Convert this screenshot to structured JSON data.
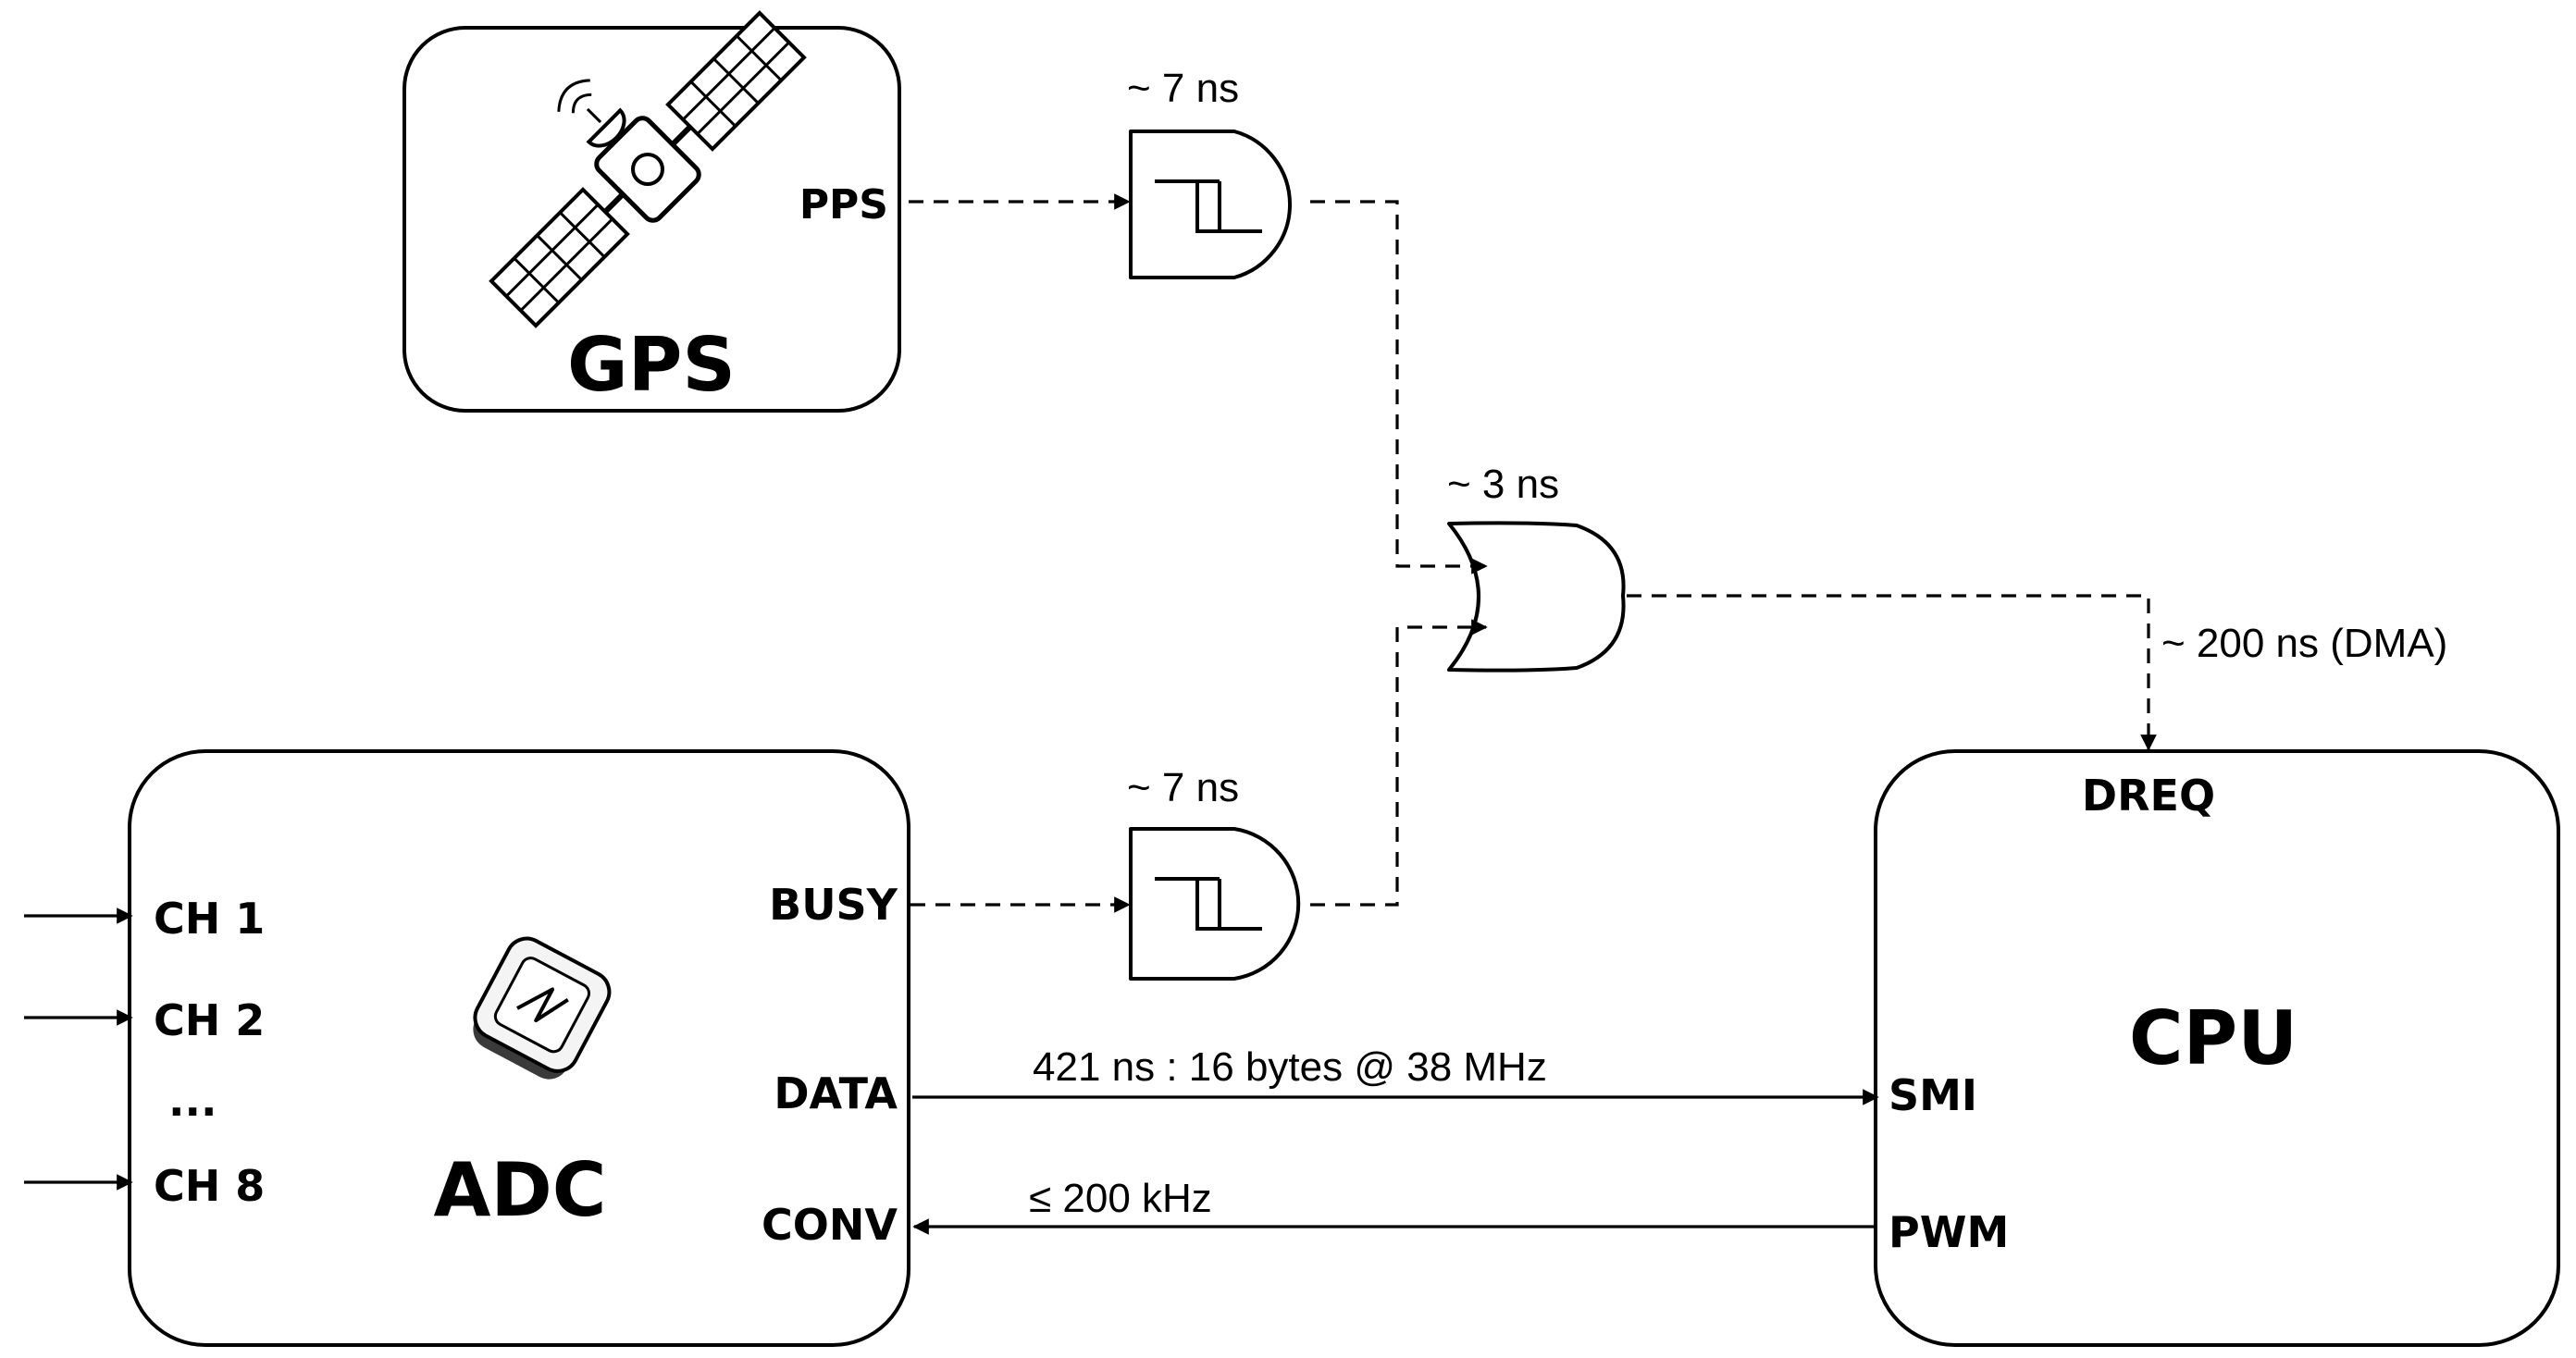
{
  "gps": {
    "title": "GPS",
    "pin_pps": "PPS",
    "icon": "satellite-icon"
  },
  "adc": {
    "title": "ADC",
    "channels": [
      "CH 1",
      "CH 2",
      "...",
      "CH 8"
    ],
    "pin_busy": "BUSY",
    "pin_data": "DATA",
    "pin_conv": "CONV",
    "icon": "adc-chip-icon"
  },
  "cpu": {
    "title": "CPU",
    "pin_dreq": "DREQ",
    "pin_smi": "SMI",
    "pin_pwm": "PWM"
  },
  "gates": {
    "top_delay": "~ 7 ns",
    "bottom_delay": "~ 7 ns",
    "or_delay": "~ 3 ns"
  },
  "links": {
    "dma_delay": "~ 200 ns  (DMA)",
    "data_transfer": "421 ns : 16 bytes @ 38 MHz",
    "conv_rate": "≤ 200 kHz"
  }
}
